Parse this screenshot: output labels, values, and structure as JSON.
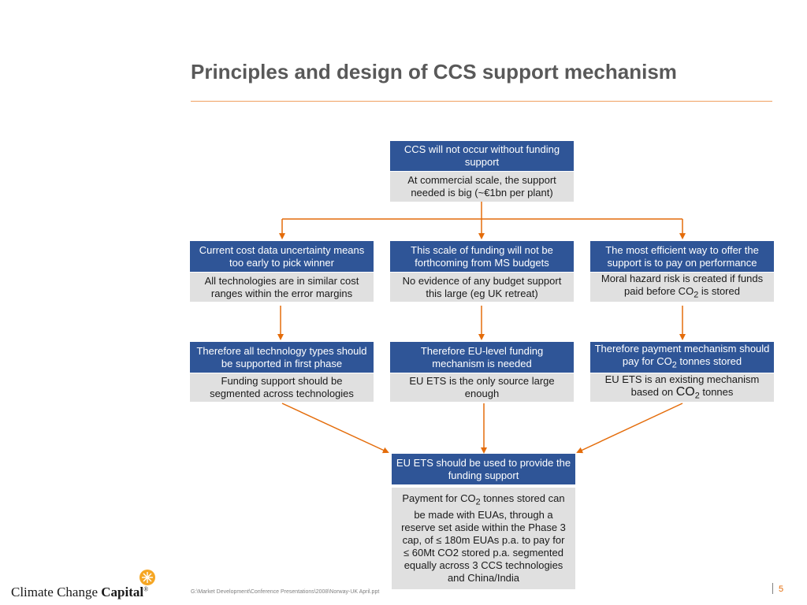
{
  "title": "Principles and design of CCS support mechanism",
  "top": {
    "head": "CCS will not occur without funding support",
    "body": "At commercial scale, the support needed is big (~€1bn per plant)"
  },
  "level2": [
    {
      "head": "Current cost data uncertainty means too early to pick winner",
      "body": "All technologies are in similar cost ranges within the error margins"
    },
    {
      "head": "This scale of funding will not be forthcoming from MS budgets",
      "body": "No evidence of any budget support this large (eg UK retreat)"
    },
    {
      "head": "The most efficient way to offer the support is to pay on performance",
      "body_pre": "Moral hazard risk is created if funds paid before CO",
      "body_sub": "2",
      "body_post": " is stored"
    }
  ],
  "level3": [
    {
      "head": "Therefore all technology types should be supported in first phase",
      "body": "Funding support should be segmented across technologies"
    },
    {
      "head": "Therefore EU-level funding mechanism is needed",
      "body": "EU ETS is the only source large enough"
    },
    {
      "head_pre": "Therefore payment mechanism should pay for CO",
      "head_sub": "2",
      "head_post": " tonnes stored",
      "body_pre": "EU ETS is an existing mechanism based on ",
      "body_co": "CO",
      "body_sub": "2",
      "body_post": " tonnes"
    }
  ],
  "bottom": {
    "head": "EU ETS should be used to provide the funding support",
    "body_pre": "Payment for CO",
    "body_sub": "2",
    "body_post": " tonnes stored can be made with EUAs, through a reserve set aside within the Phase 3 cap, of ≤ 180m EUAs p.a. to pay for ≤ 60Mt CO2 stored p.a. segmented equally across 3 CCS technologies and China/India"
  },
  "footer": {
    "path": "G:\\Market Development\\Conference Presentations\\2008\\Norway-UK April.ppt",
    "page": "5",
    "logo_regular": "Climate Change ",
    "logo_bold": "Capital",
    "logo_mark": "®"
  },
  "colors": {
    "header": "#2f5597",
    "body": "#e0e0e0",
    "arrow": "#e46c0a",
    "logo_sun": "#f5a623"
  }
}
